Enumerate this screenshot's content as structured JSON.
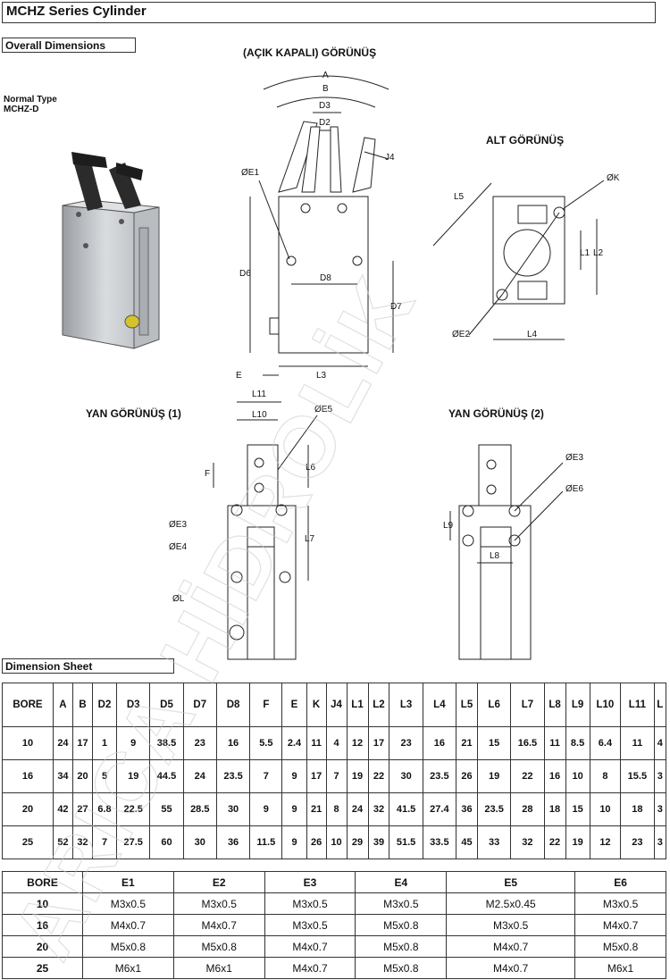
{
  "title": "MCHZ Series Cylinder",
  "sections": {
    "overall": "Overall Dimensions",
    "sheet": "Dimension Sheet"
  },
  "product": {
    "type_line1": "Normal Type",
    "type_line2": "MCHZ-D"
  },
  "views": {
    "front": "(AÇIK KAPALI) GÖRÜNÜŞ",
    "bottom": "ALT GÖRÜNÜŞ",
    "side1": "YAN GÖRÜNÜŞ (1)",
    "side2": "YAN GÖRÜNÜŞ (2)"
  },
  "dim_labels": {
    "A": "A",
    "B": "B",
    "D3": "D3",
    "D2": "D2",
    "J4": "J4",
    "E1": "ØE1",
    "D6": "D6",
    "D8": "D8",
    "D7": "D7",
    "E": "E",
    "L3": "L3",
    "L5": "L5",
    "K": "ØK",
    "L1": "L1",
    "L2": "L2",
    "E2": "ØE2",
    "L4": "L4",
    "L11": "L11",
    "L10": "L10",
    "E5": "ØE5",
    "F": "F",
    "L6": "L6",
    "E3": "ØE3",
    "L7": "L7",
    "E4": "ØE4",
    "L": "ØL",
    "E3b": "ØE3",
    "E6": "ØE6",
    "L9": "L9",
    "L8": "L8"
  },
  "dimensions": {
    "headers": [
      "BORE",
      "A",
      "B",
      "D2",
      "D3",
      "D5",
      "D7",
      "D8",
      "F",
      "E",
      "K",
      "J4",
      "L1",
      "L2",
      "L3",
      "L4",
      "L5",
      "L6",
      "L7",
      "L8",
      "L9",
      "L10",
      "L11",
      "L"
    ],
    "rows": [
      [
        "10",
        "24",
        "17",
        "1",
        "9",
        "38.5",
        "23",
        "16",
        "5.5",
        "2.4",
        "11",
        "4",
        "12",
        "17",
        "23",
        "16",
        "21",
        "15",
        "16.5",
        "11",
        "8.5",
        "6.4",
        "11",
        "4"
      ],
      [
        "16",
        "34",
        "20",
        "5",
        "19",
        "44.5",
        "24",
        "23.5",
        "7",
        "9",
        "17",
        "7",
        "19",
        "22",
        "30",
        "23.5",
        "26",
        "19",
        "22",
        "16",
        "10",
        "8",
        "15.5",
        "3"
      ],
      [
        "20",
        "42",
        "27",
        "6.8",
        "22.5",
        "55",
        "28.5",
        "30",
        "9",
        "9",
        "21",
        "8",
        "24",
        "32",
        "41.5",
        "27.4",
        "36",
        "23.5",
        "28",
        "18",
        "15",
        "10",
        "18",
        "3"
      ],
      [
        "25",
        "52",
        "32",
        "7",
        "27.5",
        "60",
        "30",
        "36",
        "11.5",
        "9",
        "26",
        "10",
        "29",
        "39",
        "51.5",
        "33.5",
        "45",
        "33",
        "32",
        "22",
        "19",
        "12",
        "23",
        "3"
      ]
    ]
  },
  "threads": {
    "headers": [
      "BORE",
      "E1",
      "E2",
      "E3",
      "E4",
      "E5",
      "E6"
    ],
    "rows": [
      [
        "10",
        "M3x0.5",
        "M3x0.5",
        "M3x0.5",
        "M3x0.5",
        "M2.5x0.45",
        "M3x0.5"
      ],
      [
        "16",
        "M4x0.7",
        "M4x0.7",
        "M3x0.5",
        "M5x0.8",
        "M3x0.5",
        "M4x0.7"
      ],
      [
        "20",
        "M5x0.8",
        "M5x0.8",
        "M4x0.7",
        "M5x0.8",
        "M4x0.7",
        "M5x0.8"
      ],
      [
        "25",
        "M6x1",
        "M6x1",
        "M4x0.7",
        "M5x0.8",
        "M4x0.7",
        "M6x1"
      ]
    ]
  },
  "watermark": "ARICA HİDROLİK"
}
